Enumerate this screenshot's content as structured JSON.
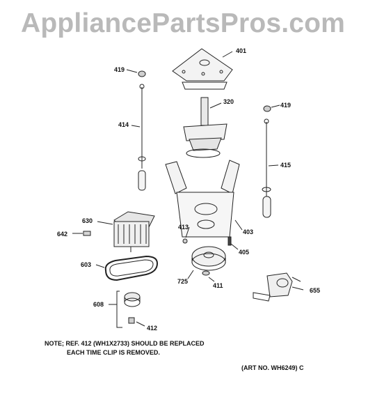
{
  "watermark": "AppliancePartsPros.com",
  "parts": {
    "p401": "401",
    "p419a": "419",
    "p419b": "419",
    "p320": "320",
    "p414": "414",
    "p415": "415",
    "p630": "630",
    "p642": "642",
    "p413": "413",
    "p403": "403",
    "p405": "405",
    "p603": "603",
    "p725": "725",
    "p411": "411",
    "p655": "655",
    "p608": "608",
    "p412": "412"
  },
  "note": {
    "line1": "NOTE; REF. 412 (WH1X2733) SHOULD BE REPLACED",
    "line2": "EACH TIME CLIP IS REMOVED."
  },
  "art_no": "(ART NO. WH6249) C"
}
